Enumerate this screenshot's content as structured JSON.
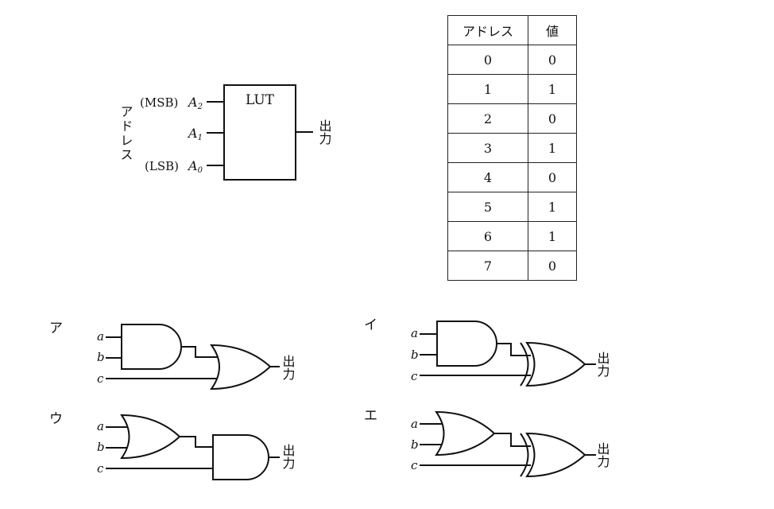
{
  "lut": {
    "block_label": "LUT",
    "address_title": "アドレス",
    "input_msb": "(MSB)",
    "input_lsb": "(LSB)",
    "a2": "A",
    "a2_sub": "2",
    "a1": "A",
    "a1_sub": "1",
    "a0": "A",
    "a0_sub": "0",
    "output": "出力"
  },
  "table": {
    "headers": [
      "アドレス",
      "値"
    ],
    "rows": [
      [
        "0",
        "0"
      ],
      [
        "1",
        "1"
      ],
      [
        "2",
        "0"
      ],
      [
        "3",
        "1"
      ],
      [
        "4",
        "0"
      ],
      [
        "5",
        "1"
      ],
      [
        "6",
        "1"
      ],
      [
        "7",
        "0"
      ]
    ]
  },
  "circuits": [
    {
      "label": "ア",
      "first_gate": "AND",
      "second_gate": "OR",
      "inputs": [
        "a",
        "b",
        "c"
      ],
      "output": "出力"
    },
    {
      "label": "イ",
      "first_gate": "AND",
      "second_gate": "XOR",
      "inputs": [
        "a",
        "b",
        "c"
      ],
      "output": "出力"
    },
    {
      "label": "ウ",
      "first_gate": "OR",
      "second_gate": "AND",
      "inputs": [
        "a",
        "b",
        "c"
      ],
      "output": "出力"
    },
    {
      "label": "エ",
      "first_gate": "OR",
      "second_gate": "XOR",
      "inputs": [
        "a",
        "b",
        "c"
      ],
      "output": "出力"
    }
  ],
  "colors": {
    "ink": "#111111",
    "background": "#ffffff"
  }
}
